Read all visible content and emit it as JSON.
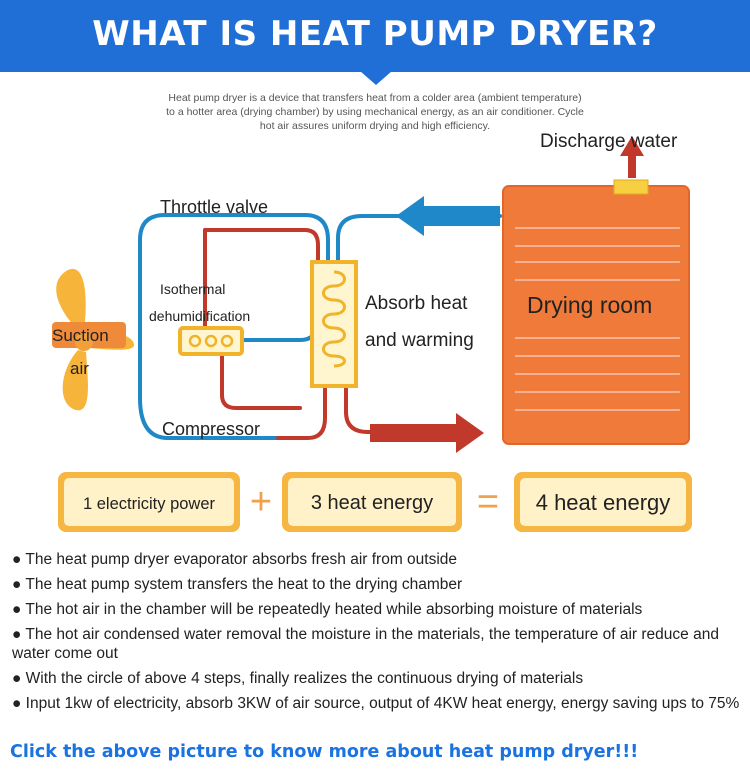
{
  "header": {
    "title": "WHAT IS HEAT PUMP DRYER?"
  },
  "intro": {
    "lines": [
      "Heat pump dryer is a device that transfers heat from a colder area (ambient temperature)",
      "to a hotter area (drying chamber) by using mechanical energy, as an air conditioner. Cycle",
      "hot air assures uniform drying and high efficiency."
    ]
  },
  "diagram": {
    "labels": {
      "discharge_water": "Discharge water",
      "throttle_valve": "Throttle valve",
      "isothermal_1": "Isothermal",
      "isothermal_2": "dehumidification",
      "suction": "Suction",
      "air": "air",
      "absorb_1": "Absorb heat",
      "absorb_2": "and warming",
      "drying_room": "Drying room",
      "compressor": "Compressor"
    },
    "equation": {
      "term1": "1 electricity power",
      "plus": "+",
      "term2": "3 heat energy",
      "equals": "=",
      "term3": "4 heat energy"
    },
    "colors": {
      "hot": "#c0392b",
      "cold": "#1e88c8",
      "room": "#f07a3a",
      "box": "#f6b642"
    }
  },
  "bullets": [
    "The heat pump dryer evaporator absorbs fresh air from outside",
    "The heat pump system transfers the heat to the drying chamber",
    "The hot air in the chamber will be repeatedly heated while absorbing moisture of materials",
    "The hot air condensed water removal the moisture in the materials, the temperature of air reduce and water come out",
    "With the circle of above 4 steps, finally realizes the continuous drying of materials",
    "Input 1kw of electricity, absorb 3KW of air source, output of 4KW heat energy, energy saving ups to 75%"
  ],
  "footer": {
    "link": "Click the above picture to know more about heat pump dryer!!!"
  }
}
